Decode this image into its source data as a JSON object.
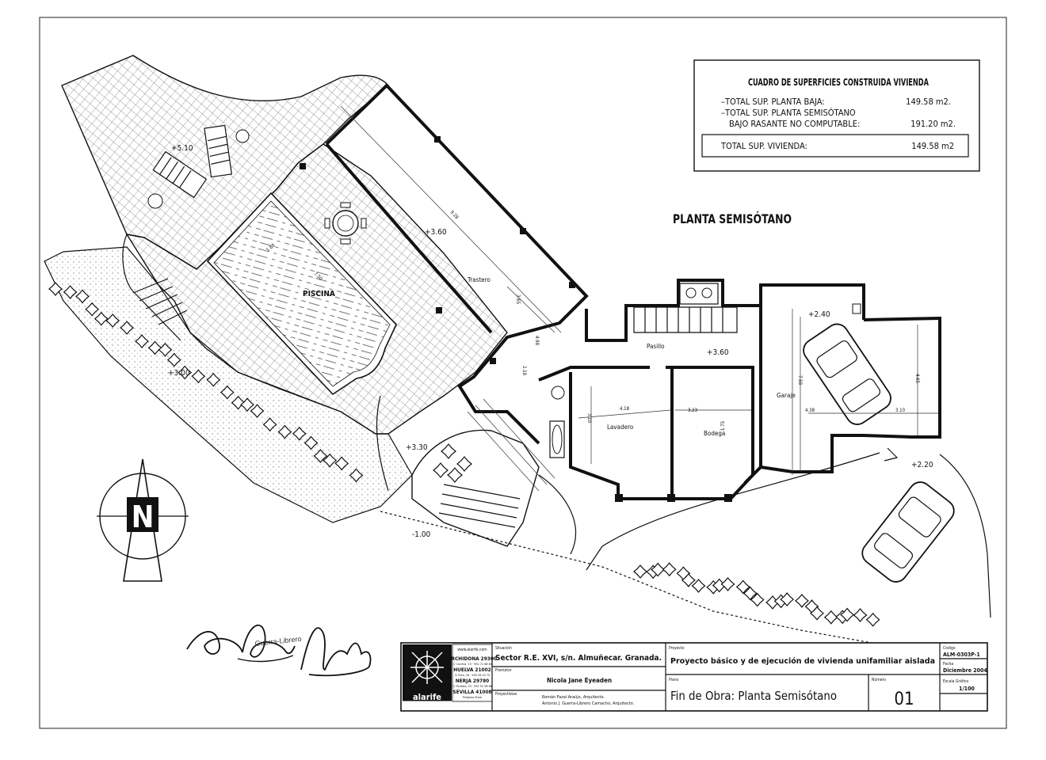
{
  "title": "PLANTA SEMISÓTANO",
  "surface_table": {
    "heading": "CUADRO DE SUPERFICIES CONSTRUIDA VIVIENDA",
    "rows": [
      {
        "label": "–TOTAL SUP. PLANTA BAJA:",
        "value": "149.58 m2."
      },
      {
        "label": "–TOTAL SUP. PLANTA SEMISÓTANO",
        "value": ""
      },
      {
        "label": "BAJO RASANTE NO COMPUTABLE:",
        "value": "191.20 m2."
      }
    ],
    "total_label": "TOTAL SUP. VIVIENDA:",
    "total_value": "149.58 m2"
  },
  "rooms": {
    "pool": "PISCINA",
    "storage": "Trastero",
    "hall": "Pasillo",
    "laundry": "Lavadero",
    "cellar": "Bodega",
    "garage": "Garaje"
  },
  "levels": {
    "terrace": "+5.10",
    "pool_deck": "+3.60",
    "hall": "+3.60",
    "garage": "+2.40",
    "garden": "+3.00",
    "landing": "+3.30",
    "drive": "+2.20",
    "street": "-1.00"
  },
  "dimensions": {
    "storage_len": "9.28",
    "storage_w1": "3.65",
    "storage_w2": "4.98",
    "pool_w": "1.88",
    "pool_len": "7.50",
    "hall_w": "2.18",
    "laundry_w": "4.18",
    "laundry_h": "3.10",
    "cellar_w": "3.23",
    "cellar_h": "1.75",
    "garage_h": "7.58",
    "garage_w": "4.38",
    "garage_w2": "3.10",
    "garage_side": "4.65"
  },
  "north_label": "N",
  "title_block": {
    "website": "www.alarife.com",
    "offices": [
      {
        "city": "ARCHIDONA 29300",
        "detail": "C/ Carrera, 15 · 952 71 68 64"
      },
      {
        "city": "HUELVA 21002",
        "detail": "C/ Rico, 16 · 959 28 25 70"
      },
      {
        "city": "NERJA 29780",
        "detail": "C/ Pintada, 23 · 952 52 08 88"
      },
      {
        "city": "SEVILLA 41008",
        "detail": "Polígono Store"
      }
    ],
    "logo_word": "alarife",
    "situacion_label": "Situación",
    "situacion": "Sector R.E. XVI, s/n. Almuñecar. Granada.",
    "promotor_label": "Promotor",
    "promotor": "Nicola Jane Eyeaden",
    "propiedad_label": "Proyectistas",
    "architects": [
      "Román Fazal Araújo, Arquitecto.",
      "Antonio J. Guerra-Librero Camacho, Arquitecto."
    ],
    "proyecto_label": "Proyecto",
    "proyecto": "Proyecto básico y de ejecución de vivienda unifamiliar aislada",
    "plano_label": "Plano",
    "plano": "Fin de Obra: Planta Semisótano",
    "numero_label": "Número",
    "numero": "01",
    "codigo_label": "Código",
    "codigo": "ALM-0303P-1",
    "fecha_label": "Fecha",
    "fecha": "Diciembre 2004",
    "escala_label": "Escala Gráfica",
    "escala": "1/100"
  },
  "signatures_word": "Guerra-Librero"
}
